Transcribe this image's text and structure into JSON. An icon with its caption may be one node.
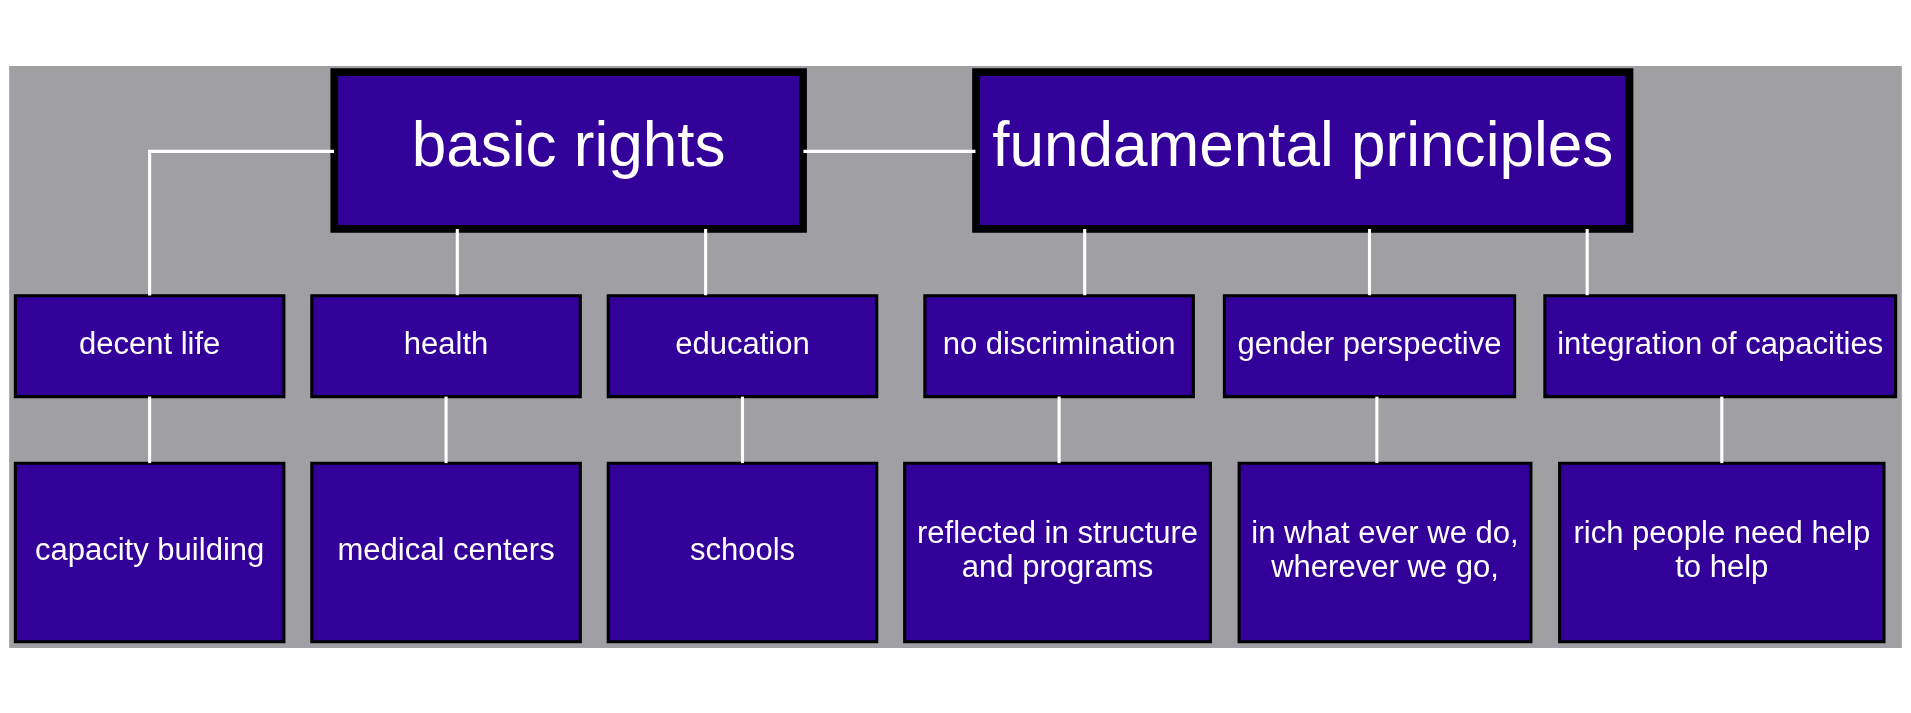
{
  "diagram": {
    "nodes": [
      {
        "text": [
          "basic rights"
        ]
      },
      {
        "text": [
          "fundamental principles"
        ]
      },
      {
        "text": [
          "decent life"
        ]
      },
      {
        "text": [
          "health"
        ]
      },
      {
        "text": [
          "education"
        ]
      },
      {
        "text": [
          "no discrimination"
        ]
      },
      {
        "text": [
          "gender perspective"
        ]
      },
      {
        "text": [
          "integration of capacities"
        ]
      },
      {
        "text": [
          "capacity building"
        ]
      },
      {
        "text": [
          "medical centers"
        ]
      },
      {
        "text": [
          "schools"
        ]
      },
      {
        "text": [
          "reflected in structure and programs"
        ]
      },
      {
        "text": [
          "in what ever we do, wherever we go,"
        ]
      },
      {
        "text": [
          "rich people need help to help"
        ]
      }
    ],
    "edges": [
      {
        "from": 0,
        "to": 1,
        "arrow": "none"
      },
      {
        "from": 0,
        "to": 2,
        "arrow": "none"
      },
      {
        "from": 0,
        "to": 3,
        "arrow": "none"
      },
      {
        "from": 0,
        "to": 4,
        "arrow": "none"
      },
      {
        "from": 1,
        "to": 5,
        "arrow": "none"
      },
      {
        "from": 1,
        "to": 6,
        "arrow": "none"
      },
      {
        "from": 1,
        "to": 7,
        "arrow": "none"
      },
      {
        "from": 2,
        "to": 8,
        "arrow": "none"
      },
      {
        "from": 3,
        "to": 9,
        "arrow": "none"
      },
      {
        "from": 4,
        "to": 10,
        "arrow": "none"
      },
      {
        "from": 5,
        "to": 11,
        "arrow": "none"
      },
      {
        "from": 6,
        "to": 12,
        "arrow": "none"
      },
      {
        "from": 7,
        "to": 13,
        "arrow": "none"
      }
    ]
  }
}
